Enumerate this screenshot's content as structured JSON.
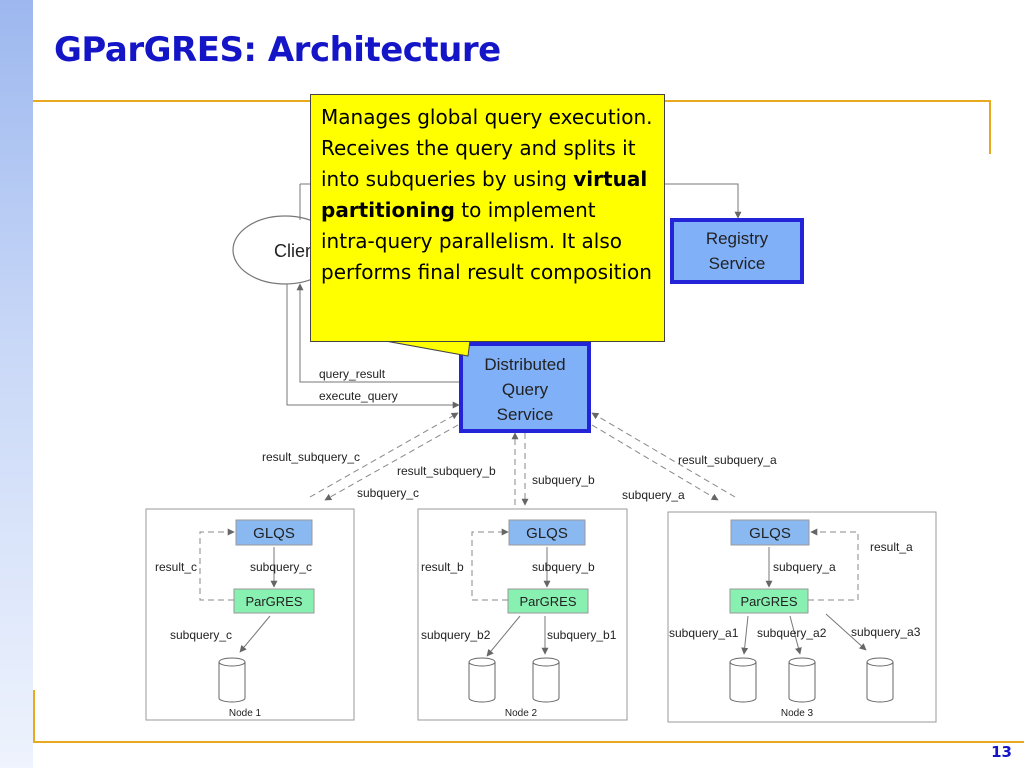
{
  "slide": {
    "title": "GParGRES: Architecture",
    "page_number": "13"
  },
  "callout": {
    "text_before": "Manages global query execution. Receives the query and splits it into subqueries by using ",
    "bold1": "virtual partitioning",
    "text_after": " to implement intra-query parallelism. It also performs final result composition"
  },
  "diagram": {
    "client": "Client",
    "registry": [
      "Registry",
      "Service"
    ],
    "dqs": [
      "Distributed",
      "Query",
      "Service"
    ],
    "query_result": "query_result",
    "execute_query": "execute_query",
    "result_subquery_c": "result_subquery_c",
    "result_subquery_b": "result_subquery_b",
    "result_subquery_a": "result_subquery_a",
    "subquery_c": "subquery_c",
    "subquery_b": "subquery_b",
    "subquery_a": "subquery_a",
    "nodes": [
      {
        "label": "Node 1",
        "glqs": "GLQS",
        "pargres": "ParGRES",
        "result": "result_c",
        "sub": "subquery_c",
        "db_labels": [
          "subquery_c"
        ]
      },
      {
        "label": "Node 2",
        "glqs": "GLQS",
        "pargres": "ParGRES",
        "result": "result_b",
        "sub": "subquery_b",
        "db_labels": [
          "subquery_b2",
          "subquery_b1"
        ]
      },
      {
        "label": "Node 3",
        "glqs": "GLQS",
        "pargres": "ParGRES",
        "result": "result_a",
        "sub": "subquery_a",
        "db_labels": [
          "subquery_a1",
          "subquery_a2",
          "subquery_a3"
        ]
      }
    ]
  },
  "colors": {
    "title": "#1515c8",
    "accent_line": "#e8a820",
    "service_fill": "#80b0f8",
    "service_border": "#2323d8",
    "glqs_fill": "#8ab8f0",
    "pargres_fill": "#88f0b0",
    "callout_fill": "#ffff00"
  }
}
